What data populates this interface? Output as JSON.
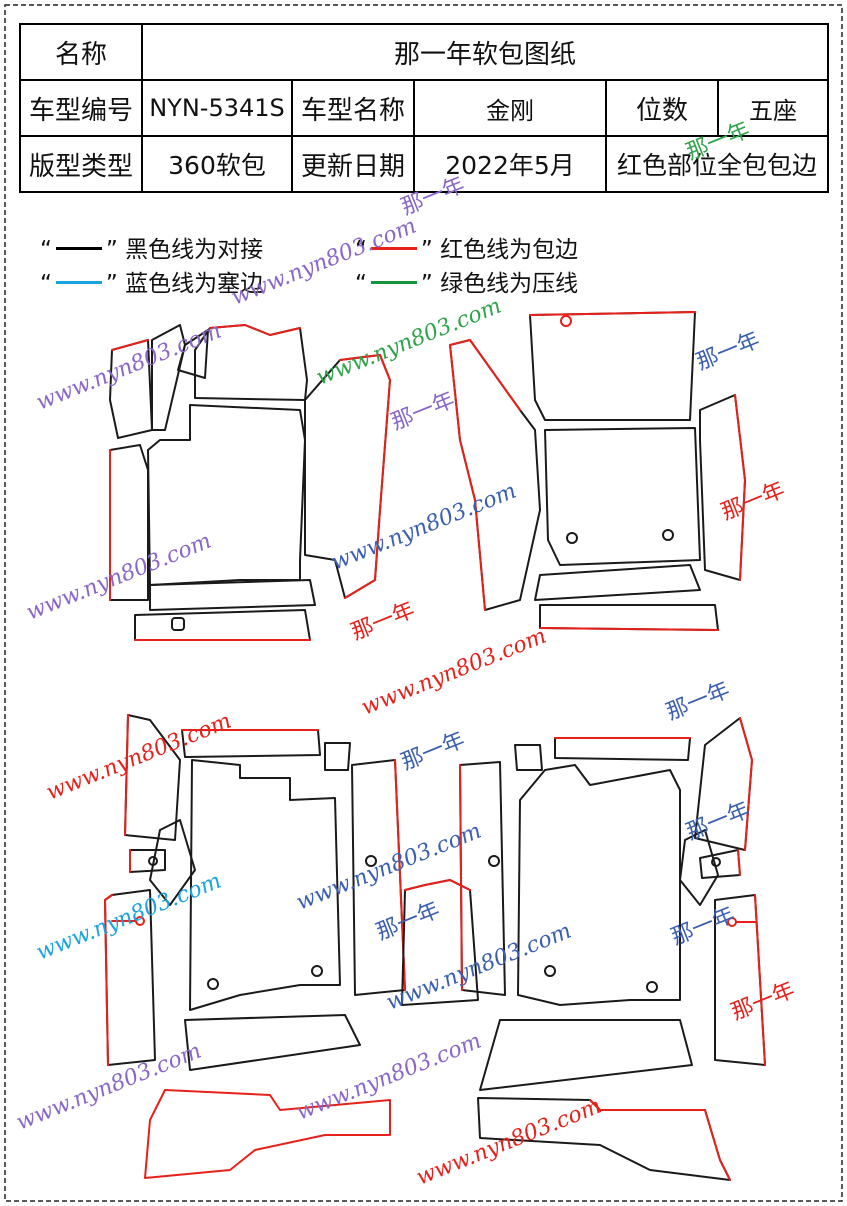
{
  "table": {
    "row1": {
      "label": "名称",
      "value": "那一年软包图纸"
    },
    "row2": {
      "model_code_label": "车型编号",
      "model_code": "NYN-5341S",
      "model_name_label": "车型名称",
      "model_name": "金刚",
      "seats_label": "位数",
      "seats": "五座"
    },
    "row3": {
      "type_label": "版型类型",
      "type": "360软包",
      "date_label": "更新日期",
      "date": "2022年5月",
      "note": "红色部位全包包边"
    }
  },
  "legend": {
    "open_quote": "“",
    "close_quote": "”",
    "items": [
      {
        "text": "黑色线为对接",
        "color": "#000000"
      },
      {
        "text": "红色线为包边",
        "color": "#e8201a"
      },
      {
        "text": "蓝色线为塞边",
        "color": "#1aa3e0"
      },
      {
        "text": "绿色线为压线",
        "color": "#12943a"
      }
    ]
  },
  "watermarks": {
    "brand": "那一年",
    "site": "www.nyn803.com"
  },
  "colors": {
    "outline": "#1a1a1a",
    "edge": "#e8201a",
    "wm_purple": "#8a66c8",
    "wm_blue": "#3a5fb0",
    "wm_red": "#e8201a",
    "wm_green": "#2ea34a"
  }
}
